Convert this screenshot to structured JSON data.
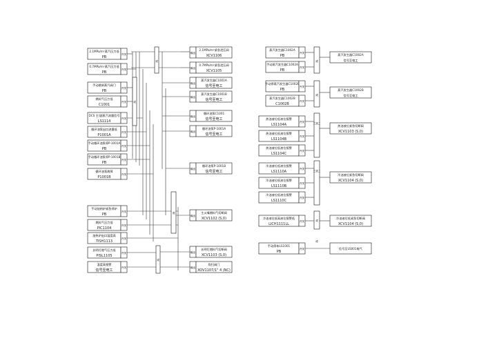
{
  "left_inputs": [
    {
      "line1": "2.1MPa/m²蒸汽压力低",
      "line2": "PB",
      "code": "开关"
    },
    {
      "line1": "0.7MPa/m²蒸汽压力低",
      "line2": "PB",
      "code": "开关"
    },
    {
      "line1": "手动跳闸蒸汽阀门",
      "line2": "PB",
      "code": "开关"
    },
    {
      "line1": "燃料气压力低",
      "line2": "C1001",
      "code": "开关"
    },
    {
      "line1": "DCS 主/副蒸汽流量信号",
      "line2": "LS1114",
      "code": "开关"
    },
    {
      "line1": "循环油泵出口流量低",
      "line2": "P1001A",
      "code": "开关"
    },
    {
      "line1": "手动循环油泵停P-1001A",
      "line2": "PB",
      "code": "开关"
    },
    {
      "line1": "手动循环油泵停P-1001B",
      "line2": "PB",
      "code": "开关"
    },
    {
      "line1": "循环油泵故障",
      "line2": "P1001B",
      "code": "开关"
    },
    {
      "line1": "手动加热炉紧急停炉",
      "line2": "PB",
      "code": "开关"
    },
    {
      "line1": "燃料气压力低",
      "line2": "PIC1104",
      "code": "开关"
    },
    {
      "line1": "加热炉出口温度高",
      "line2": "TISH1113",
      "code": "开关"
    },
    {
      "line1": "长明灯燃气压力低",
      "line2": "PISL1105",
      "code": "开关"
    },
    {
      "line1": "温度高报警",
      "line2": "信号至电工",
      "code": "开关"
    }
  ],
  "left_outputs": [
    {
      "line1": "2.1MPa/m²紧急泄压阀",
      "line2": "XCV1106",
      "code": "输出"
    },
    {
      "line1": "0.7MPa/m²紧急泄压阀",
      "line2": "XCV1105",
      "code": "输出"
    },
    {
      "line1": "蒸汽发生器C1001A",
      "line2": "信号至电工",
      "code": "输出"
    },
    {
      "line1": "蒸汽发生器C1001B",
      "line2": "信号至电工",
      "code": "输出"
    },
    {
      "line1": "循环油泵C1001",
      "line2": "信号至电工",
      "code": "输出"
    },
    {
      "line1": "循环油泵P-1001A",
      "line2": "信号至电工",
      "code": "输出"
    },
    {
      "line1": "循环油泵P-1001B",
      "line2": "信号至电工",
      "code": "输出"
    },
    {
      "line1": "主火嘴燃料气切断阀",
      "line2": "XCV1102 (S,0)",
      "code": "输出"
    },
    {
      "line1": "长明灯燃料气切断阀",
      "line2": "XCV1103 (S,0)",
      "code": "输出"
    },
    {
      "line1": "吹扫阀门",
      "line2": "XOV1107/1\" 4 (NC)",
      "code": "输出"
    }
  ],
  "left_gates": [
    "或",
    "或",
    "或",
    "或"
  ],
  "right_inputs": [
    {
      "line1": "蒸汽发生器C1002A",
      "line2": "PB",
      "code": "开关"
    },
    {
      "line1": "手动蒸汽发生器C1002A",
      "line2": "PB",
      "code": "开关"
    },
    {
      "line1": "手动停蒸汽发生器C1002B",
      "line2": "PB",
      "code": "开关"
    },
    {
      "line1": "蒸汽发生器C1002B",
      "line2": "C1002B",
      "code": "开关"
    },
    {
      "line1": "热油液位低液位报警",
      "line2": "LS1104A",
      "code": "开关"
    },
    {
      "line1": "热油液位低液位报警",
      "line2": "LS1104B",
      "code": "开关"
    },
    {
      "line1": "热油液位低液位报警",
      "line2": "LS1104C",
      "code": "开关"
    },
    {
      "line1": "冷油液位低液位报警",
      "line2": "LS1110A",
      "code": "开关"
    },
    {
      "line1": "冷油液位低液位报警",
      "line2": "LS1110B",
      "code": "开关"
    },
    {
      "line1": "冷油液位低液位报警",
      "line2": "LS1110C",
      "code": "开关"
    },
    {
      "line1": "冷油液位低高液位报警低",
      "line2": "LICH1111LL",
      "code": "开关"
    },
    {
      "line1": "手动停车LS1001",
      "line2": "PB",
      "code": "开关"
    }
  ],
  "right_outputs": [
    {
      "line1": "蒸汽发生器C1002A",
      "line2": "信号至电工"
    },
    {
      "line1": "蒸汽发生器C1002B",
      "line2": "信号至电工"
    },
    {
      "line1": "热油液位紧急切断阀",
      "line2": "XCV1103 (S,0)"
    },
    {
      "line1": "冷油液位紧急切断阀",
      "line2": "XCV1104 (S,0)"
    },
    {
      "line1": "冷油液位低紧急切断阀",
      "line2": "XCV1104 (S,0)"
    },
    {
      "line1": "信号至LS001电气",
      "line2": ""
    }
  ],
  "right_gates": [
    "或",
    "或",
    "三选二",
    "三选二",
    "或",
    "或"
  ]
}
